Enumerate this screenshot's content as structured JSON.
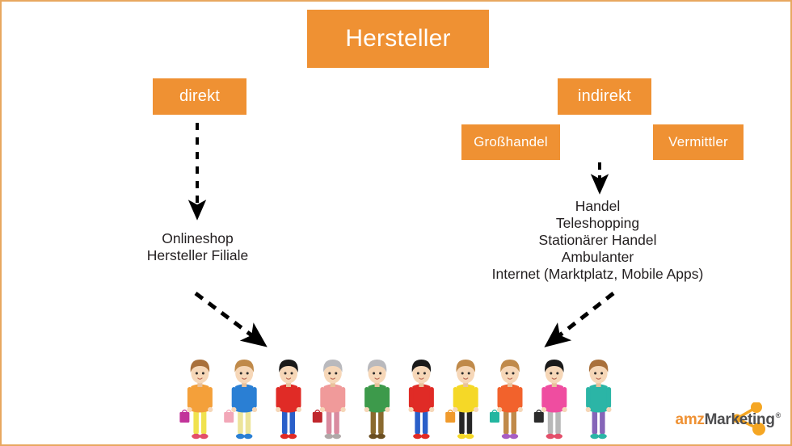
{
  "slide": {
    "border_color": "#e8a860",
    "background": "#ffffff",
    "accent_color": "#ef9133",
    "text_color": "#231f20"
  },
  "diagram": {
    "title_box": {
      "label": "Hersteller"
    },
    "branches": [
      {
        "key": "direkt",
        "label": "direkt"
      },
      {
        "key": "indirekt",
        "label": "indirekt"
      }
    ],
    "sub_boxes": [
      {
        "key": "grosshandel",
        "label": "Großhandel"
      },
      {
        "key": "vermittler",
        "label": "Vermittler"
      }
    ],
    "direkt_channels": [
      "Onlineshop",
      "Hersteller Filiale"
    ],
    "indirekt_channels": [
      "Handel",
      "Teleshopping",
      "Stationärer Handel",
      "Ambulanter",
      "Internet (Marktplatz, Mobile Apps)"
    ]
  },
  "illustration": {
    "name": "group-of-shoppers",
    "figure_count": 10,
    "figures": [
      {
        "name": "woman-orange-top",
        "hair": "#a9703b",
        "top": "#f4a03a",
        "bottom": "#f0e24e",
        "bag": "#c2349a",
        "shoes": "#e34f6a"
      },
      {
        "name": "woman-blue-top",
        "hair": "#c08a4a",
        "top": "#2a7fd4",
        "bottom": "#ece49a",
        "bag": "#f2a7b8",
        "shoes": "#2a7fd4"
      },
      {
        "name": "man-red-jacket-left",
        "hair": "#1a1a1a",
        "top": "#e02b26",
        "bottom": "#2a5fc9",
        "bag": "",
        "shoes": "#e02b26"
      },
      {
        "name": "senior-woman-pink",
        "hair": "#b9b9bd",
        "top": "#f09a9a",
        "bottom": "#d98ba0",
        "bag": "#c0262c",
        "shoes": "#b0a8a8"
      },
      {
        "name": "senior-man-green",
        "hair": "#b9b9bd",
        "top": "#3d9a4b",
        "bottom": "#8a6a2f",
        "bag": "",
        "shoes": "#6b4f22"
      },
      {
        "name": "man-red-jacket-right",
        "hair": "#1a1a1a",
        "top": "#e02b26",
        "bottom": "#2a5fc9",
        "bag": "",
        "shoes": "#e02b26"
      },
      {
        "name": "girl-yellow-top",
        "hair": "#c08a4a",
        "top": "#f5d827",
        "bottom": "#262626",
        "bag": "#f09a2c",
        "shoes": "#f5d827"
      },
      {
        "name": "girl-orange-top",
        "hair": "#c08a4a",
        "top": "#f2622c",
        "bottom": "#c08a4a",
        "bag": "#23b6a0",
        "shoes": "#a85ec4"
      },
      {
        "name": "girl-pink-top",
        "hair": "#1a1a1a",
        "top": "#ef4da0",
        "bottom": "#b8b8b8",
        "bag": "#2b2b2b",
        "shoes": "#e34f6a"
      },
      {
        "name": "girl-teal-top",
        "hair": "#a9703b",
        "top": "#2bb5a6",
        "bottom": "#8565b8",
        "bag": "",
        "shoes": "#2bb5a6"
      }
    ]
  },
  "logo": {
    "part_one": "amz",
    "part_two": "Marketing",
    "registered_mark": "®",
    "accent_color": "#ef9133",
    "text_color": "#4d4d4f"
  }
}
